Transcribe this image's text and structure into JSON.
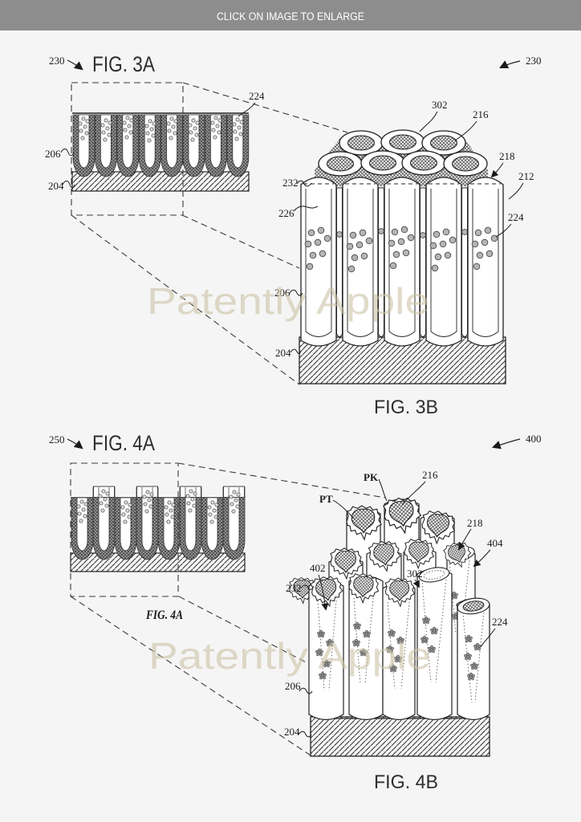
{
  "header": {
    "title": "CLICK ON IMAGE TO ENLARGE"
  },
  "watermark": {
    "text": "Patently Apple"
  },
  "fig3a": {
    "title": "FIG. 3A",
    "ref": "230",
    "labels": {
      "l224": "224",
      "l206": "206",
      "l204": "204"
    }
  },
  "fig3b": {
    "caption": "FIG. 3B",
    "ref": "230",
    "labels": {
      "l302": "302",
      "l216": "216",
      "l218": "218",
      "l212": "212",
      "l232": "232",
      "l226": "226",
      "l224": "224",
      "l206": "206",
      "l204": "204"
    }
  },
  "fig4a": {
    "title": "FIG. 4A",
    "ref": "250",
    "caption": "FIG. 4A"
  },
  "fig4b": {
    "caption": "FIG. 4B",
    "ref": "400",
    "labels": {
      "lPK": "PK",
      "lPT": "PT",
      "l216": "216",
      "l218": "218",
      "l404": "404",
      "l402": "402",
      "l302": "302",
      "l232": "232",
      "l224": "224",
      "l206": "206",
      "l204": "204"
    }
  }
}
